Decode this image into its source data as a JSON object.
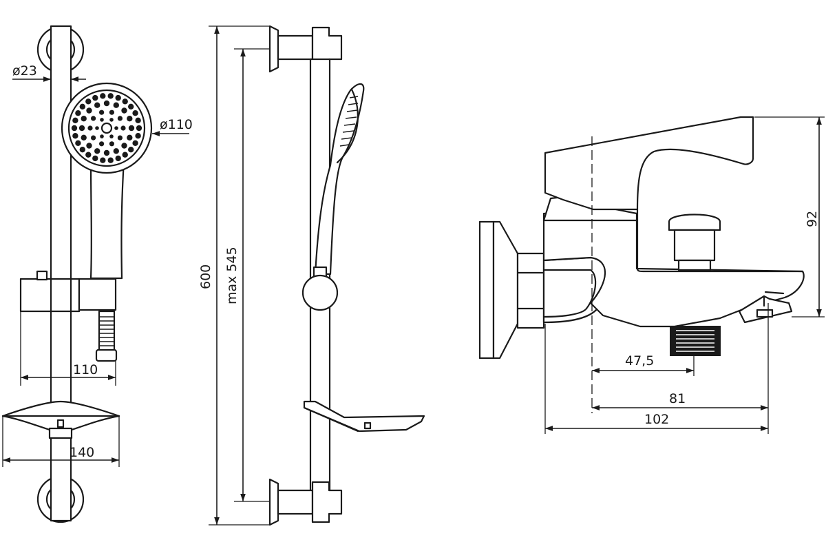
{
  "dimensions": {
    "rail_diameter": "ø23",
    "head_diameter": "ø110",
    "slider_width": "110",
    "soap_dish_width": "140",
    "total_height": "600",
    "max_spacing": "max 545",
    "spout_outlet": "47,5",
    "spout_reach": "81",
    "mixer_depth": "102",
    "mixer_height": "92"
  }
}
